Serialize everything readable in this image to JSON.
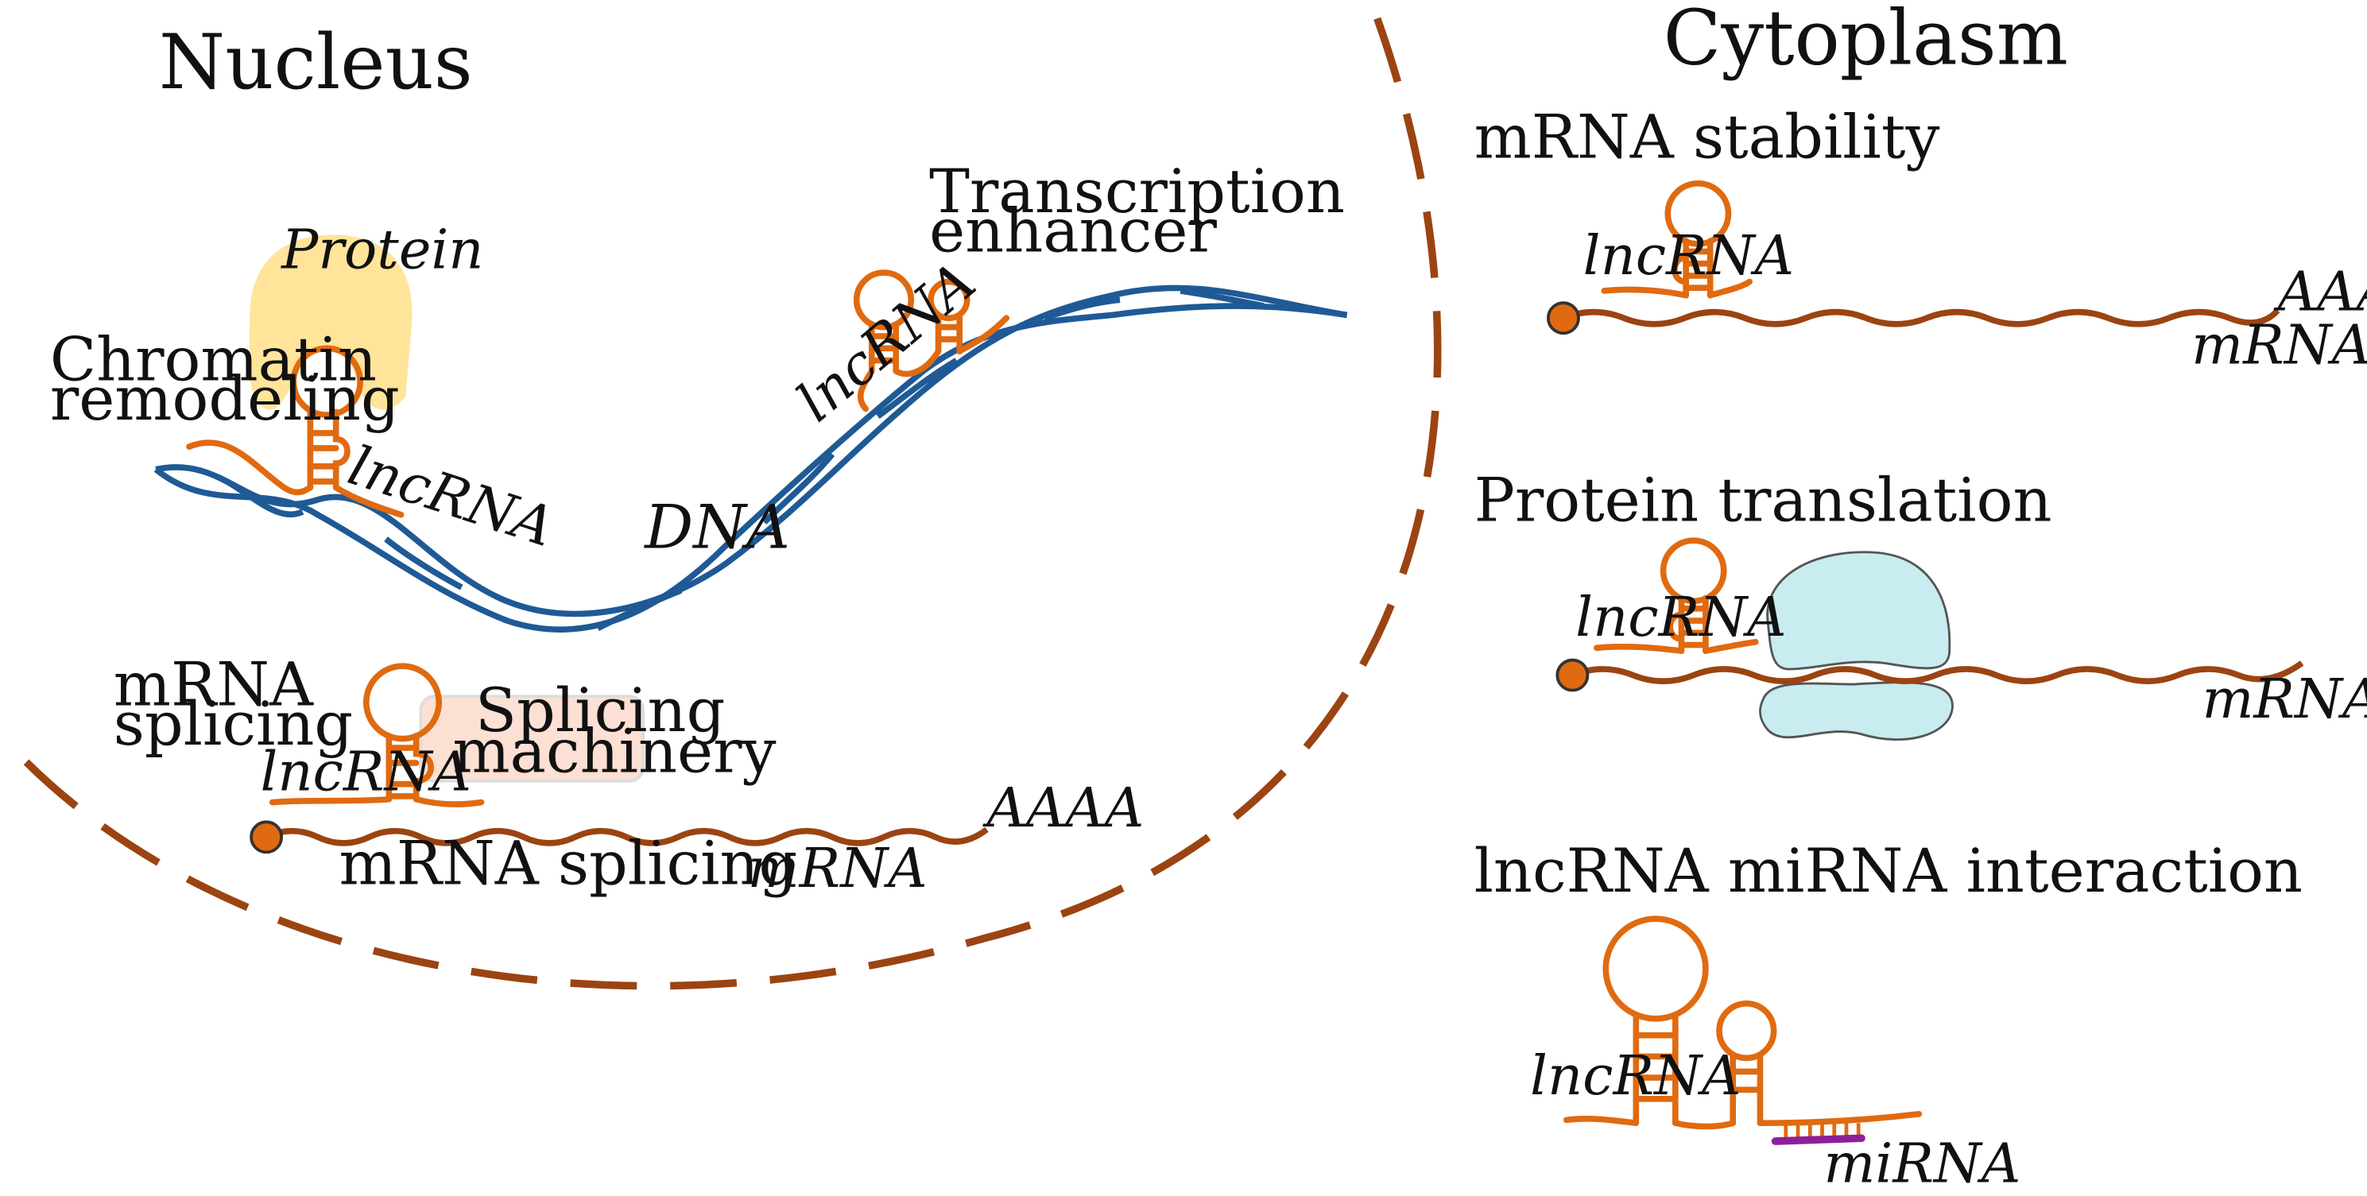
{
  "colors": {
    "rna": "#E06A10",
    "mrna": "#9B4412",
    "dna": "#1F5A96",
    "membrane": "#9B4412",
    "protein": "#FFE49A",
    "splicing_box": "#FCE0D3",
    "ribosome": "#C8ECF0",
    "mirna": "#8E1F98",
    "cap": "#E06A10"
  },
  "icons": [
    "hairpin-rna",
    "double-helix",
    "cap-circle",
    "ribosome-subunit",
    "protein-blob"
  ],
  "nucleus": {
    "title": "Nucleus",
    "chromatin": {
      "label_line1": "Chromatin",
      "label_line2": "remodeling",
      "protein_label": "Protein",
      "lncrna_label": "lncRNA"
    },
    "dna_label": "DNA",
    "enhancer": {
      "label_line1": "Transcription",
      "label_line2": "enhancer",
      "lncrna_label": "lncRNA"
    },
    "splicing": {
      "label_line1": "mRNA",
      "label_line2": "splicing",
      "machinery_line1": "Splicing",
      "machinery_line2": "machinery",
      "lncrna_label": "lncRNA",
      "polya_label": "AAAA",
      "under_label": "mRNA splicing",
      "mrna_label": "mRNA"
    }
  },
  "cytoplasm": {
    "title": "Cytoplasm",
    "stability": {
      "title": "mRNA stability",
      "lncrna_label": "lncRNA",
      "polya_label": "AAAA",
      "mrna_label": "mRNA"
    },
    "translation": {
      "title": "Protein translation",
      "lncrna_label": "lncRNA",
      "mrna_label": "mRNA"
    },
    "mirna_interaction": {
      "title": "lncRNA miRNA interaction",
      "lncrna_label": "lncRNA",
      "mirna_label": "miRNA"
    }
  }
}
